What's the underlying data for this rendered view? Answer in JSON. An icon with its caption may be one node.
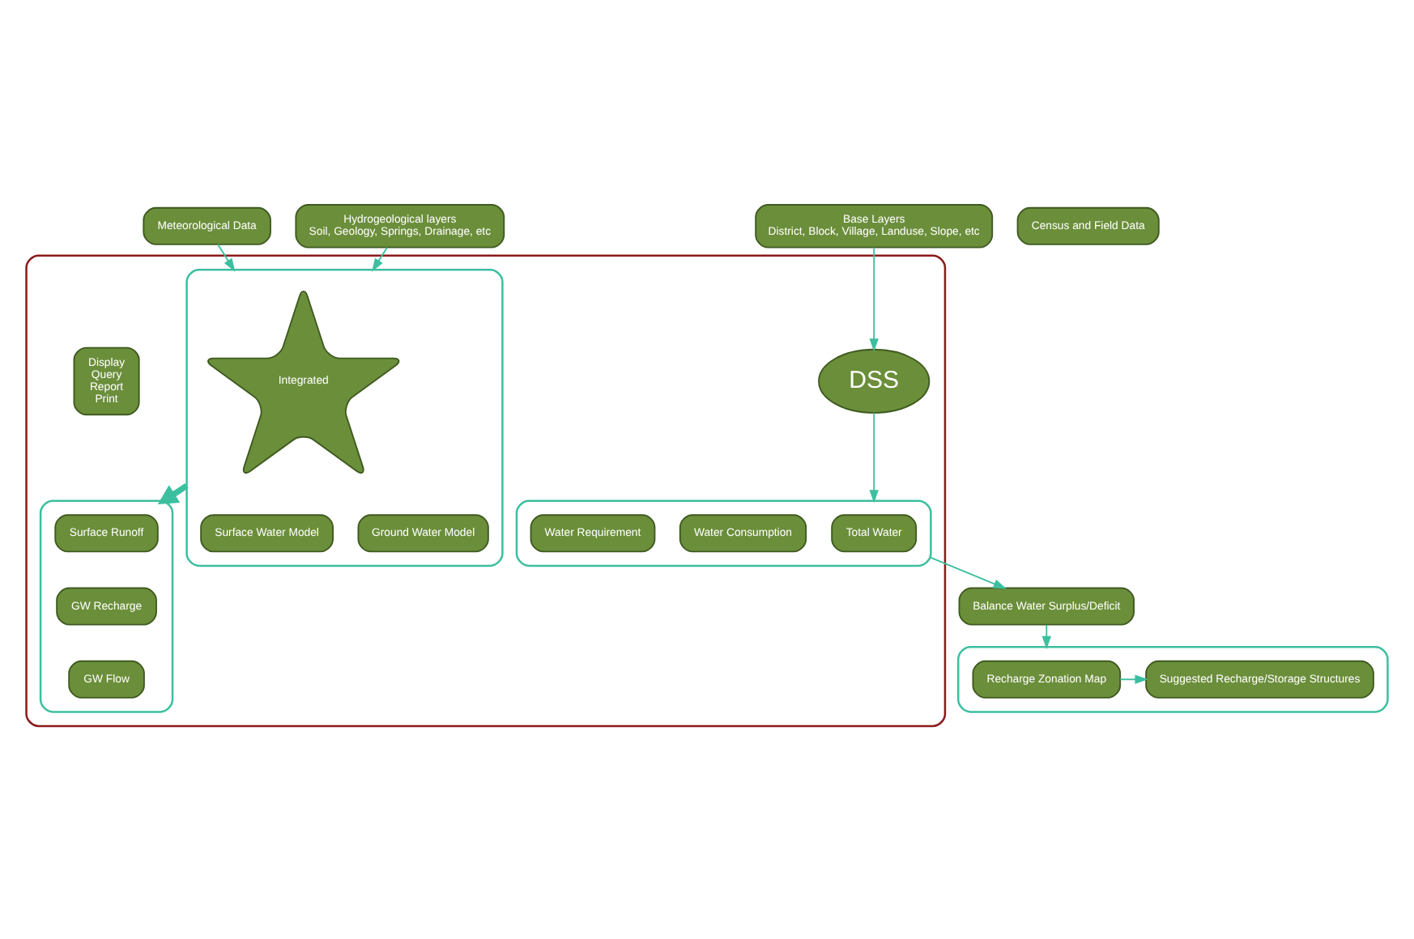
{
  "diagram": {
    "nodes": [
      {
        "text": [
          "Meteorological Data"
        ]
      },
      {
        "text": [
          "Base Layers",
          "District, Block, Village, Landuse, Slope, etc"
        ]
      },
      {
        "text": [
          "Hydrogeological layers",
          "Soil, Geology, Springs, Drainage, etc"
        ]
      },
      {
        "text": [
          "Census and Field Data"
        ]
      },
      {
        "text": [],
        "shape": "box"
      },
      {
        "text": [],
        "shape": "box",
        "in": 4
      },
      {
        "text": [
          "Integrated"
        ],
        "in": 5
      },
      {
        "text": [
          "Surface Water Model"
        ],
        "in": 5
      },
      {
        "text": [
          "Ground Water Model"
        ],
        "in": 5
      },
      {
        "text": [],
        "shape": "box",
        "in": 4
      },
      {
        "text": [
          "Surface Runoff"
        ],
        "in": 9
      },
      {
        "text": [
          "GW Recharge"
        ],
        "in": 9
      },
      {
        "text": [
          "GW Flow"
        ],
        "in": 9
      },
      {
        "text": [
          "DSS"
        ],
        "in": 4
      },
      {
        "text": [
          "Display",
          "Query",
          "Report",
          "Print"
        ],
        "in": 4
      },
      {
        "text": [],
        "shape": "box",
        "in": 4
      },
      {
        "text": [
          "Total Water"
        ],
        "in": 15
      },
      {
        "text": [
          "Water Consumption"
        ],
        "in": 15
      },
      {
        "text": [
          "Water Requirement"
        ],
        "in": 15
      },
      {
        "text": [
          "Balance Water Surplus/Deficit"
        ]
      },
      {
        "text": [],
        "shape": "box"
      },
      {
        "text": [
          "Recharge Zonation Map"
        ],
        "in": 20
      },
      {
        "text": [
          "Suggested Recharge/Storage Structures"
        ],
        "in": 20
      }
    ],
    "edges": [
      {
        "from": 0,
        "to": 5,
        "arrow": "to"
      },
      {
        "from": 2,
        "to": 5,
        "arrow": "to"
      },
      {
        "from": 1,
        "to": 13,
        "arrow": "to"
      },
      {
        "from": 5,
        "to": 9,
        "arrow": "to",
        "style": "thick"
      },
      {
        "from": 13,
        "to": 15,
        "arrow": "to"
      },
      {
        "from": 15,
        "to": 19,
        "arrow": "to"
      },
      {
        "from": 19,
        "to": 20,
        "arrow": "to"
      },
      {
        "from": 21,
        "to": 22,
        "arrow": "to"
      }
    ]
  }
}
